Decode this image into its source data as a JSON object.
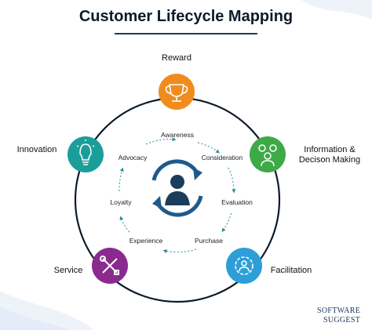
{
  "title": "Customer Lifecycle Mapping",
  "stages": {
    "reward": {
      "label": "Reward",
      "color": "#f08c1e",
      "icon": "trophy-icon"
    },
    "information": {
      "label_line1": "Information &",
      "label_line2": "Decison Making",
      "color": "#3daa47",
      "icon": "decision-icon"
    },
    "facilitation": {
      "label": "Facilitation",
      "color": "#2d9fd8",
      "icon": "gear-person-icon"
    },
    "service": {
      "label": "Service",
      "color": "#8a2a8f",
      "icon": "tools-icon"
    },
    "innovation": {
      "label": "Innovation",
      "color": "#1b9e9a",
      "icon": "lightbulb-icon"
    }
  },
  "steps": {
    "awareness": "Awareness",
    "consideration": "Consideration",
    "evaluation": "Evaluation",
    "purchase": "Purchase",
    "experience": "Experience",
    "loyalty": "Loyalty",
    "advocacy": "Advocacy"
  },
  "center_icon": "customer-cycle-icon",
  "accent_color": "#1b3d5c",
  "logo": {
    "line1": "SOFTWARE",
    "line2": "SUGGEST"
  }
}
